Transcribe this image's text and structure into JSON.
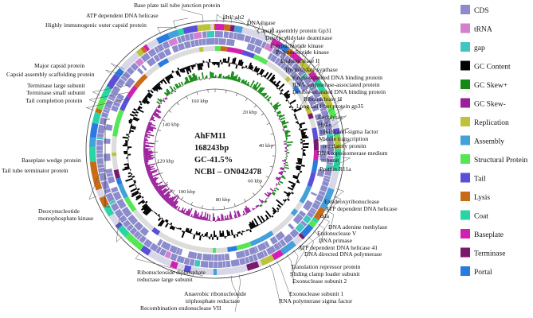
{
  "center": {
    "name": "AhFM11",
    "length": "168243bp",
    "gc": "GC-41.5%",
    "accession": "NCBI – ON042478"
  },
  "ticks": [
    "20 kbp",
    "40 kbp",
    "60 kbp",
    "80 kbp",
    "100 kbp",
    "120 kbp",
    "140 kbp",
    "160 kbp"
  ],
  "legend": [
    {
      "label": "CDS",
      "color": "#8c8ccc"
    },
    {
      "label": "tRNA",
      "color": "#d47fd0"
    },
    {
      "label": "gap",
      "color": "#3fc6c0"
    },
    {
      "label": "GC Content",
      "color": "#000000"
    },
    {
      "label": "GC Skew+",
      "color": "#148a14"
    },
    {
      "label": "GC Skew-",
      "color": "#9b1f9b"
    },
    {
      "label": "Replication",
      "color": "#bcc23a"
    },
    {
      "label": "Assembly",
      "color": "#43a0d8"
    },
    {
      "label": "Structural Protein",
      "color": "#55e655"
    },
    {
      "label": "Tail",
      "color": "#5a4fd8"
    },
    {
      "label": "Lysis",
      "color": "#c86a16"
    },
    {
      "label": "Coat",
      "color": "#2ad4a4"
    },
    {
      "label": "Baseplate",
      "color": "#d21fb0"
    },
    {
      "label": "Terminase",
      "color": "#7a1a6a"
    },
    {
      "label": "Portal",
      "color": "#2a7ae0"
    }
  ],
  "labels_right": [
    "Base plate tail tube junction protein",
    "alt1",
    "alt2",
    "DNA ligase",
    "Capsid assembly protein Gp31",
    "Deoxycytidylate deaminase",
    "Polynucleotide kinase",
    "Polynucleotide kinase",
    "Endonuclease II",
    "Thymidylate synthase",
    "Single-stranded DNA binding protein",
    "RNA polymerase-associated protein",
    "Double-stranded DNA binding protein",
    "Ribonuclease H",
    "Long tail fiber protein gp35",
    "Endolysin",
    "Holin",
    "10kDa anti-sigma factor",
    "Middle transcription regulatory protein",
    "DNA topoisomerase medium subunit",
    "Protein R11a",
    "Exodeoxyribonuclease",
    "ATP dependent DNA helicase dda",
    "DNA adenine methylase",
    "Endonuclease V",
    "DNA primase",
    "ATP dependent DNA helicase 41",
    "DNA directed DNA polymerase",
    "Translation repressor protein",
    "Sliding clamp loader subunit",
    "Exonuclease subunit 2",
    "Exonuclease subunit 1",
    "RNA polymerase sigma factor"
  ],
  "labels_left": [
    "ATP dependent DNA helicase",
    "Highly immunogenic outer capsid protein",
    "Major capsid protein",
    "Capsid assembly scaffolding protein",
    "Terminase large subunit",
    "Terminase small subunit",
    "Tail completion protein",
    "Baseplate wedge protein",
    "Tail tube terminator protein",
    "Deoxynucleotide monophosphate kinase",
    "Ribonucleoside diphosphate reductase large subunit",
    "Anaerobic ribonucleoside triphosphate reductase",
    "Recombination endonuclease VII"
  ]
}
